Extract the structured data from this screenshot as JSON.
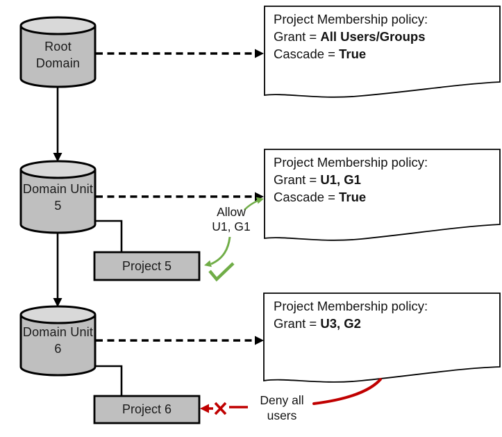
{
  "colors": {
    "node_fill": "#BFBFBF",
    "node_top_fill": "#D9D9D9",
    "outline": "#000000",
    "policy_fill": "#FFFFFF",
    "allow_green": "#70AD47",
    "deny_red": "#C00000"
  },
  "nodes": {
    "root_domain": {
      "label": "Root Domain"
    },
    "domain_unit_5": {
      "label": "Domain Unit 5"
    },
    "domain_unit_6": {
      "label": "Domain Unit 6"
    },
    "project_5": {
      "label": "Project 5"
    },
    "project_6": {
      "label": "Project 6"
    }
  },
  "policies": [
    {
      "title": "Project Membership policy:",
      "grant_label": "Grant = ",
      "grant_value": "All Users/Groups",
      "cascade_label": "Cascade = ",
      "cascade_value": "True"
    },
    {
      "title": "Project Membership policy:",
      "grant_label": "Grant = ",
      "grant_value": "U1, G1",
      "cascade_label": "Cascade = ",
      "cascade_value": "True"
    },
    {
      "title": "Project Membership policy:",
      "grant_label": "Grant = ",
      "grant_value": "U3, G2"
    }
  ],
  "annotations": {
    "allow": {
      "label": "Allow U1, G1"
    },
    "deny": {
      "label": "Deny all users"
    }
  }
}
